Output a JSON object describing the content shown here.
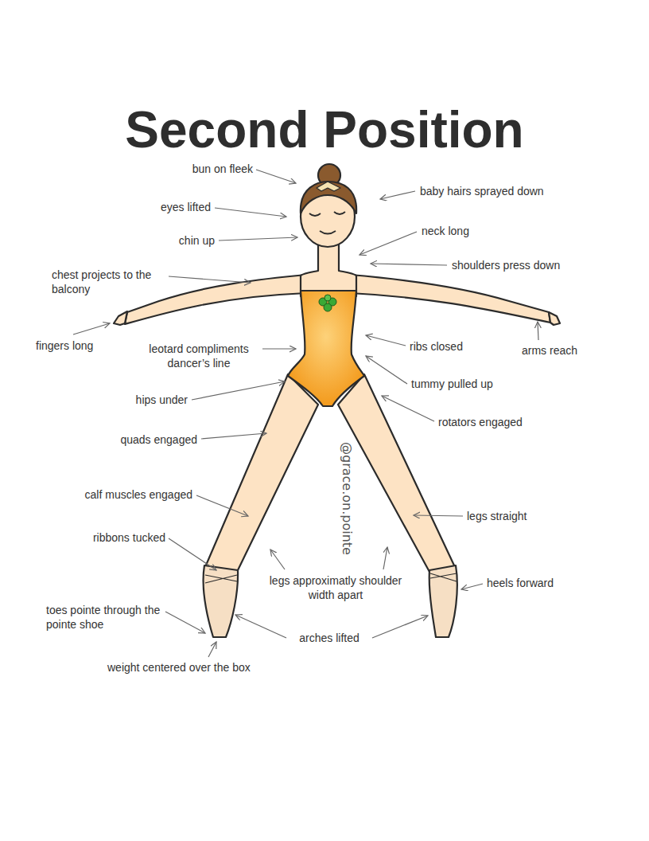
{
  "diagram": {
    "title": "Second Position",
    "labels": [
      "bun on fleek",
      "baby hairs sprayed down",
      "eyes lifted",
      "chin up",
      "neck long",
      "shoulders press down",
      "chest projects to the balcony",
      "fingers long",
      "leotard compliments dancer’s line",
      "ribs closed",
      "arms reach",
      "hips under",
      "tummy pulled up",
      "rotators engaged",
      "quads engaged",
      "calf muscles engaged",
      "legs straight",
      "ribbons tucked",
      "legs approximatly shoulder width apart",
      "heels forward",
      "toes pointe through the pointe shoe",
      "arches lifted",
      "weight centered over the box",
      "@grace.on.pointe"
    ]
  }
}
